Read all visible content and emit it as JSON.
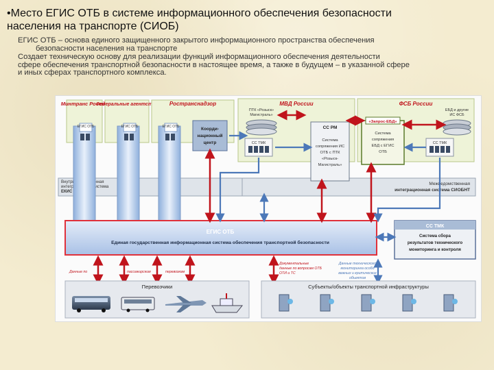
{
  "slide": {
    "title_line1": "•Место ЕГИС ОТБ в системе информационного обеспечения безопасности",
    "title_line2": "населения на транспорте (СИОБ)",
    "bullet1_line1": "ЕГИС ОТБ – основа единого защищенного закрытого информационного пространства обеспечения",
    "bullet1_line2": "безопасности населения на транспорте",
    "bullet2_line1": "Создает техническую основу для реализации функций информационного обеспечения деятельности",
    "bullet2_line2": "сфере обеспечения транспортной безопасности в настоящее время, а также в будущем – в указанной сфере",
    "bullet2_line3": "и иных сферах транспортного комплекса."
  },
  "diagram": {
    "dept_mintrans": "Минтранс России",
    "dept_federal": "Федеральные агентства",
    "dept_rostrans": "Ространснадзор",
    "dept_mvd": "МВД России",
    "dept_fsb": "ФСБ России",
    "egis_small": "ЕГИС ОТБ",
    "coord_center_1": "Коорди-",
    "coord_center_2": "национный",
    "coord_center_3": "центр",
    "ptk_label_1": "ПТК «Розыск»",
    "ptk_label_2": "Магистраль»",
    "cc_tmk_small": "СС ТМК",
    "ccrm_title": "СС РМ",
    "ccrm_desc_1": "Система",
    "ccrm_desc_2": "сопряжения ИС",
    "ccrm_desc_3": "ОТБ с ПТК",
    "ccrm_desc_4": "«Розыск-",
    "ccrm_desc_5": "Магистраль»",
    "zapros_ebd": "«Запрос-ЕБД»",
    "fsb_desc_1": "Система",
    "fsb_desc_2": "сопряжения",
    "fsb_desc_3": "ЕБД с ЕГИС",
    "fsb_desc_4": "ОТБ",
    "ebd_label_1": "ЕБД и другие",
    "ebd_label_2": "ИС ФСБ",
    "vnutri_1": "Внутриведомственная",
    "vnutri_2": "интеграционная система",
    "vnutri_3": "ЕКИС АСУ ТК",
    "mezh_1": "Межведомственная",
    "mezh_2": "интеграционная система СИОБНТ",
    "egis_main_title": "ЕГИС ОТБ",
    "egis_main_desc": "Единая государственная информационная система обеспечения транспортной безопасности",
    "cc_tmk_title": "СС ТМК",
    "cc_tmk_desc_1": "Система сбора",
    "cc_tmk_desc_2": "результатов технического",
    "cc_tmk_desc_3": "мониторинга и контроля",
    "data_label_1": "Данные по",
    "data_label_2": "пассажирским",
    "data_label_3": "перевозкам",
    "docs_label_1": "Документальные",
    "docs_label_2": "данные по вопросам ОТБ",
    "docs_label_3": "ОТИ и ТС",
    "tech_label_1": "Данные технического",
    "tech_label_2": "мониторинга особо",
    "tech_label_3": "важных и критических",
    "tech_label_4": "объектов",
    "carriers": "Перевозчики",
    "subjects": "Субъекты/объекты транспортной инфраструктуры"
  },
  "colors": {
    "background": "#f4ecd0",
    "red_arrow": "#c0141c",
    "blue_arrow": "#4c78b8",
    "dept_box": "#eef3d8",
    "egis_fill": "#c9d8f0",
    "egis_border": "#e0303a",
    "title_red": "#c0141c"
  }
}
